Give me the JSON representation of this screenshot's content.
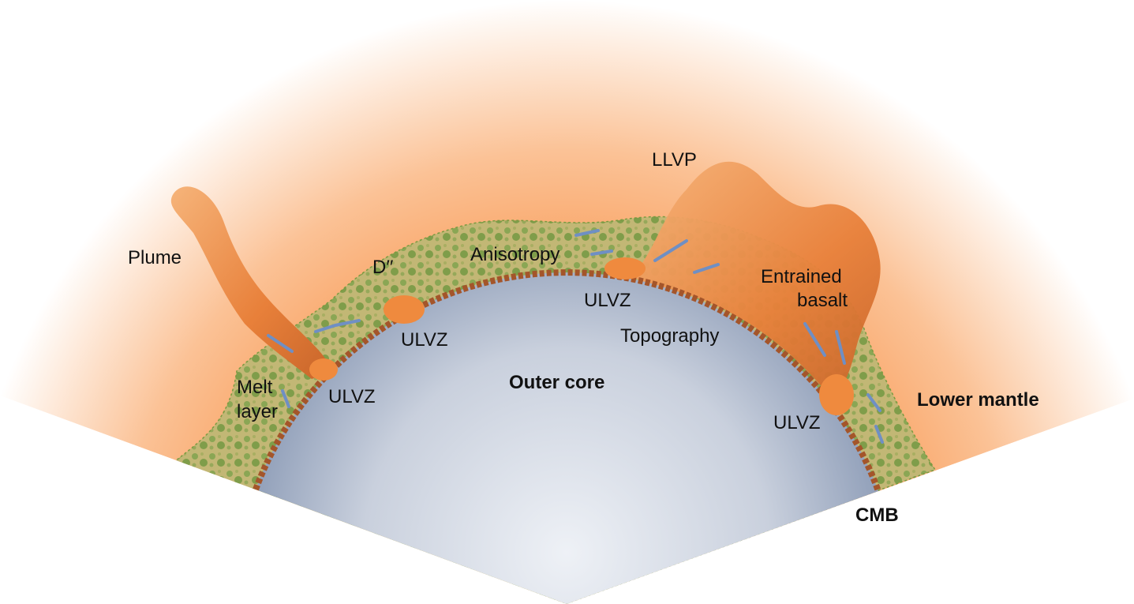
{
  "labels": {
    "plume": "Plume",
    "d_double_prime": "D′′",
    "anisotropy": "Anisotropy",
    "llvp": "LLVP",
    "entrained_basalt_1": "Entrained",
    "entrained_basalt_2": "basalt",
    "ulvz_top": "ULVZ",
    "ulvz_left_upper": "ULVZ",
    "ulvz_left_lower": "ULVZ",
    "ulvz_right": "ULVZ",
    "topography": "Topography",
    "outer_core": "Outer core",
    "melt_layer_1": "Melt",
    "melt_layer_2": "layer",
    "lower_mantle": "Lower mantle",
    "cmb": "CMB"
  },
  "colors": {
    "mantle": "#f8a868",
    "core_edge": "#8d9cb6",
    "core_center": "#eef1f6",
    "d_layer": "#bdb56e",
    "d_spots": "#7fa04a",
    "cmb": "#a4552a",
    "plume": "#f08a3a",
    "anisotropy_marks": "#6f8fc4"
  }
}
